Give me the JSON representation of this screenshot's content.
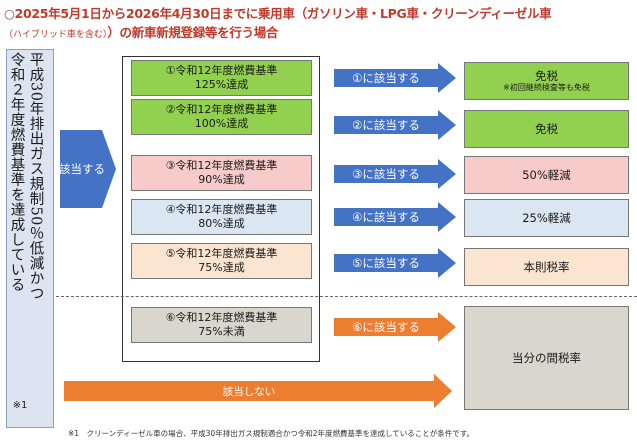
{
  "title": {
    "line1": "○2025年5月1日から2026年4月30日までに乗用車（ガソリン車・LPG車・クリーンディーゼル車",
    "line2_small": "（ハイブリッド車を含む）",
    "line2_main": "）の新車新規登録等を行う場合"
  },
  "left_condition": {
    "line1": "平成30年排出ガス規制50％低減かつ",
    "line2": "令和２年度燃費基準を達成している",
    "note_mark": "※1"
  },
  "applies_label": "該当する",
  "criteria": [
    {
      "line1": "①令和12年度燃費基準",
      "line2": "125%達成",
      "fill": "#92d050"
    },
    {
      "line1": "②令和12年度燃費基準",
      "line2": "100%達成",
      "fill": "#92d050"
    },
    {
      "line1": "③令和12年度燃費基準",
      "line2": "90%達成",
      "fill": "#f8cbcb"
    },
    {
      "line1": "④令和12年度燃費基準",
      "line2": "80%達成",
      "fill": "#dae6f2"
    },
    {
      "line1": "⑤令和12年度燃費基準",
      "line2": "75%達成",
      "fill": "#fbe4d0"
    },
    {
      "line1": "⑥令和12年度燃費基準",
      "line2": "75%未満",
      "fill": "#d9d7cd"
    }
  ],
  "arrows": [
    {
      "label": "①に該当する",
      "color": "#4472c4"
    },
    {
      "label": "②に該当する",
      "color": "#4472c4"
    },
    {
      "label": "③に該当する",
      "color": "#4472c4"
    },
    {
      "label": "④に該当する",
      "color": "#4472c4"
    },
    {
      "label": "⑤に該当する",
      "color": "#4472c4"
    },
    {
      "label": "⑥に該当する",
      "color": "#ed7d31"
    }
  ],
  "results": [
    {
      "line1": "免税",
      "line2": "※初回継続検査等も免税",
      "fill": "#92d050"
    },
    {
      "line1": "免税",
      "fill": "#92d050"
    },
    {
      "line1": "50%軽減",
      "fill": "#f8cbcb"
    },
    {
      "line1": "25%軽減",
      "fill": "#dae6f2"
    },
    {
      "line1": "本則税率",
      "fill": "#fbe4d0"
    },
    {
      "line1": "当分の間税率",
      "fill": "#d9d7cd"
    }
  ],
  "not_applicable": {
    "label": "該当しない",
    "color": "#ed7d31"
  },
  "colors": {
    "title_red": "#c0392b",
    "blue_arrow": "#4472c4",
    "orange_arrow": "#ed7d31",
    "left_panel": "#dbe4f0"
  },
  "footnote": "※1　クリーンディーゼル車の場合、平成30年排出ガス規制適合かつ令和2年度燃費基準を達成していることが条件です。"
}
